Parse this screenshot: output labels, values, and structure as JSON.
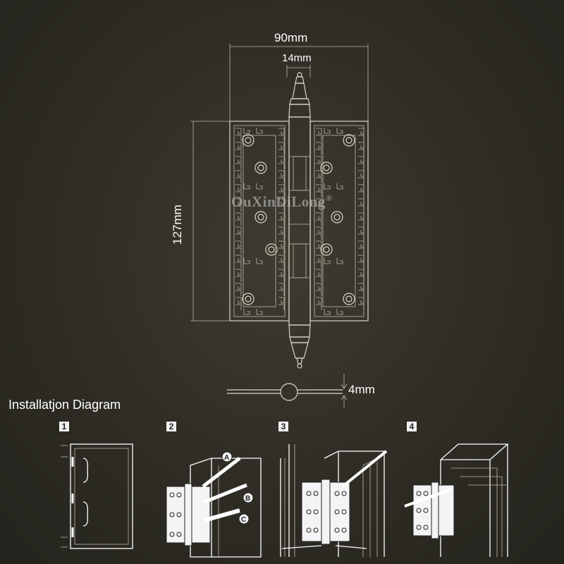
{
  "dimensions": {
    "width": "90mm",
    "knuckle": "14mm",
    "height": "127mm",
    "thickness": "4mm"
  },
  "watermark": "OuXinDiLong",
  "watermark_mark": "®",
  "installation": {
    "title": "Installatjon Diagram",
    "steps": [
      "1",
      "2",
      "3",
      "4"
    ],
    "tool_labels": [
      "A",
      "B",
      "C"
    ]
  },
  "colors": {
    "background": "#2e2c24",
    "line": "#d9d5c6",
    "text": "#ffffff"
  }
}
